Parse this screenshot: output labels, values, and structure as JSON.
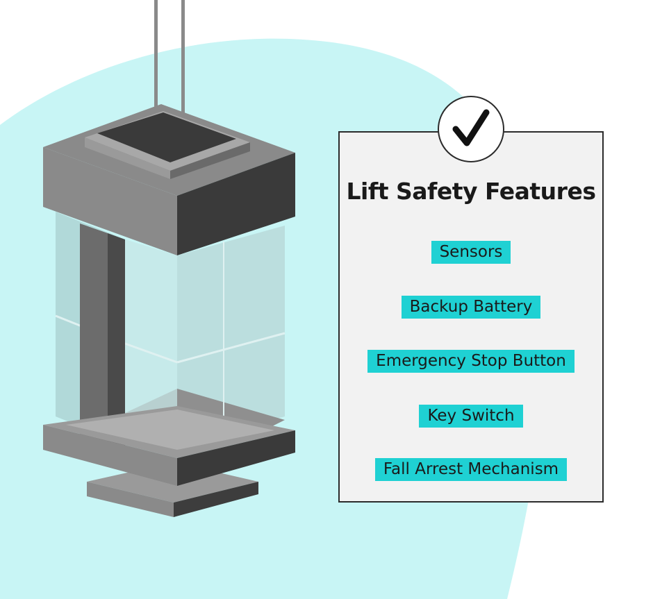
{
  "colors": {
    "background_blob": "#c8f5f5",
    "accent": "#1fd1d3",
    "card_background": "#f2f2f2",
    "card_border": "#2b2b2b",
    "elevator_dark": "#3a3a3a",
    "elevator_mid": "#8a8a8a",
    "glass": "#b9dcdc"
  },
  "icons": {
    "badge": "checkmark-icon",
    "illustration": "elevator-cabin-illustration"
  },
  "card": {
    "title": "Lift Safety Features",
    "features": [
      "Sensors",
      "Backup Battery",
      "Emergency Stop Button",
      "Key Switch",
      "Fall Arrest Mechanism"
    ]
  }
}
